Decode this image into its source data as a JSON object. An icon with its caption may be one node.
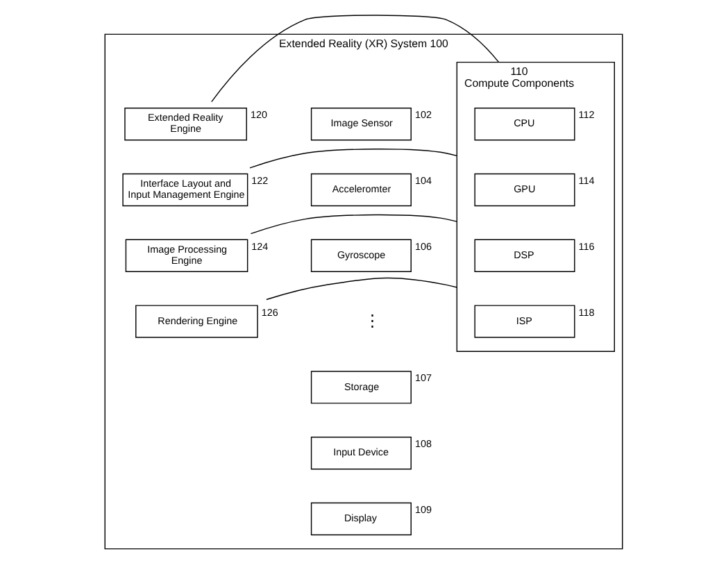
{
  "diagram": {
    "nodes": [
      {
        "text": [
          "Extended Reality (XR) System 100"
        ]
      },
      {
        "text": [
          "Image Sensor"
        ],
        "beside": [
          "102"
        ],
        "in": 0
      },
      {
        "text": [
          "Acceleromter"
        ],
        "beside": [
          "104"
        ],
        "in": 0
      },
      {
        "text": [
          "Gyroscope"
        ],
        "beside": [
          "106"
        ],
        "in": 0
      },
      {
        "text": [
          "Storage"
        ],
        "beside": [
          "107"
        ],
        "in": 0
      },
      {
        "text": [
          "Input Device"
        ],
        "beside": [
          "108"
        ],
        "in": 0
      },
      {
        "text": [
          "Display"
        ],
        "beside": [
          "109"
        ],
        "in": 0
      },
      {
        "text": [
          "Compute Components"
        ],
        "beside": [
          "110"
        ],
        "in": 0
      },
      {
        "text": [
          "CPU"
        ],
        "beside": [
          "112"
        ],
        "in": 7
      },
      {
        "text": [
          "GPU"
        ],
        "beside": [
          "114"
        ],
        "in": 7
      },
      {
        "text": [
          "DSP"
        ],
        "beside": [
          "116"
        ],
        "in": 7
      },
      {
        "text": [
          "ISP"
        ],
        "beside": [
          "118"
        ],
        "in": 7
      },
      {
        "text": [
          "Extended Reality Engine"
        ],
        "beside": [
          "120"
        ],
        "in": 0
      },
      {
        "text": [
          "Interface Layout and Input Management Engine"
        ],
        "beside": [
          "122"
        ],
        "in": 0
      },
      {
        "text": [
          "Image Processing Engine"
        ],
        "beside": [
          "124"
        ],
        "in": 0
      },
      {
        "text": [
          "Rendering Engine"
        ],
        "beside": [
          "126"
        ],
        "in": 0
      }
    ],
    "edges": [
      {
        "from": 7,
        "to": 12,
        "arrow": "none"
      },
      {
        "from": 7,
        "to": 13,
        "arrow": "none"
      },
      {
        "from": 7,
        "to": 14,
        "arrow": "none"
      },
      {
        "from": 7,
        "to": 15,
        "arrow": "none"
      }
    ],
    "labels": [
      "⋮"
    ]
  }
}
